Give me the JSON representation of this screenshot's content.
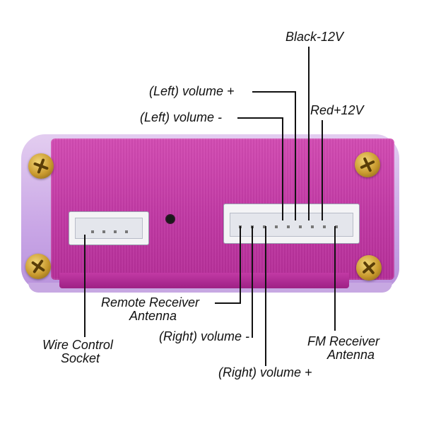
{
  "labels": {
    "black": "Black-12V",
    "left_plus": "(Left) volume +",
    "left_minus": "(Left) volume -",
    "red": "Red+12V",
    "remote_line1": "Remote Receiver",
    "remote_line2": "Antenna",
    "wire_line1": "Wire Control",
    "wire_line2": "Socket",
    "right_minus": "(Right) volume -",
    "right_plus": "(Right) volume +",
    "fm_line1": "FM Receiver",
    "fm_line2": "Antenna"
  },
  "colors": {
    "plate": "#c23aa5",
    "rubber_case": "#c9a6e6",
    "screw": "#c99a2e",
    "leader_line": "#111111"
  }
}
